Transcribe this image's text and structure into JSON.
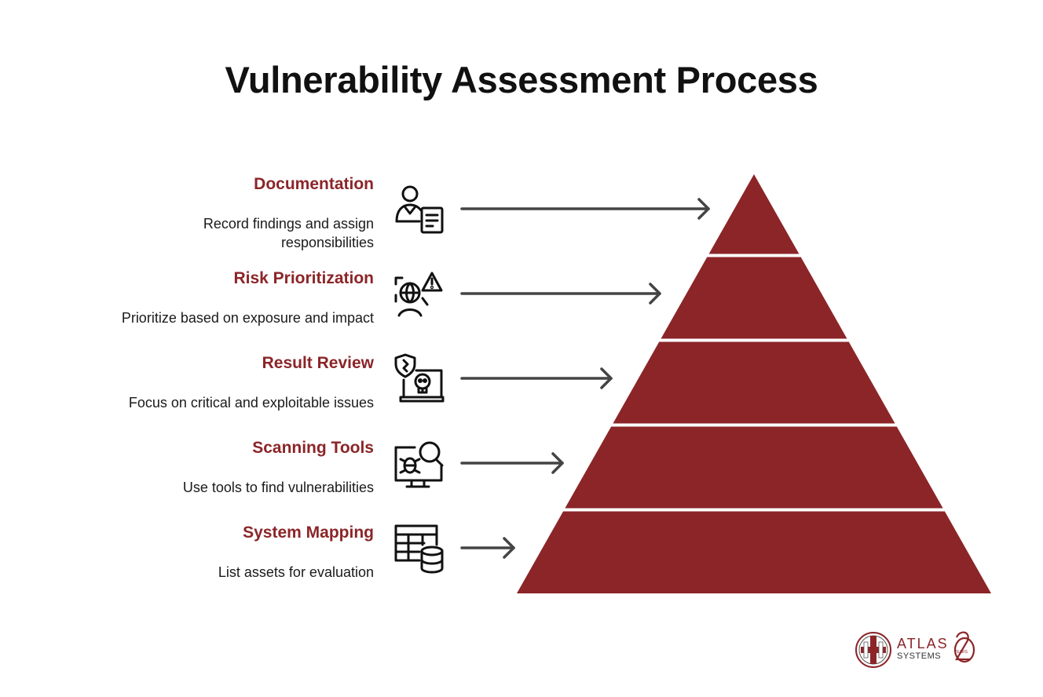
{
  "title": "Vulnerability Assessment Process",
  "steps": [
    {
      "heading": "Documentation",
      "description": "Record findings and assign responsibilities",
      "icon": "person-document-icon"
    },
    {
      "heading": "Risk Prioritization",
      "description": "Prioritize based on exposure and impact",
      "icon": "globe-warning-icon"
    },
    {
      "heading": "Result Review",
      "description": "Focus on critical and exploitable issues",
      "icon": "shield-skull-laptop-icon"
    },
    {
      "heading": "Scanning Tools",
      "description": "Use tools to find vulnerabilities",
      "icon": "bug-magnifier-monitor-icon"
    },
    {
      "heading": "System Mapping",
      "description": "List assets for evaluation",
      "icon": "table-database-icon"
    }
  ],
  "colors": {
    "accent": "#8b2528",
    "pyramid": "#8b2528",
    "arrow": "#444444"
  },
  "logo": {
    "name": "ATLAS",
    "subtitle": "SYSTEMS",
    "badge_number": "20",
    "badge_word": "YEARS"
  }
}
